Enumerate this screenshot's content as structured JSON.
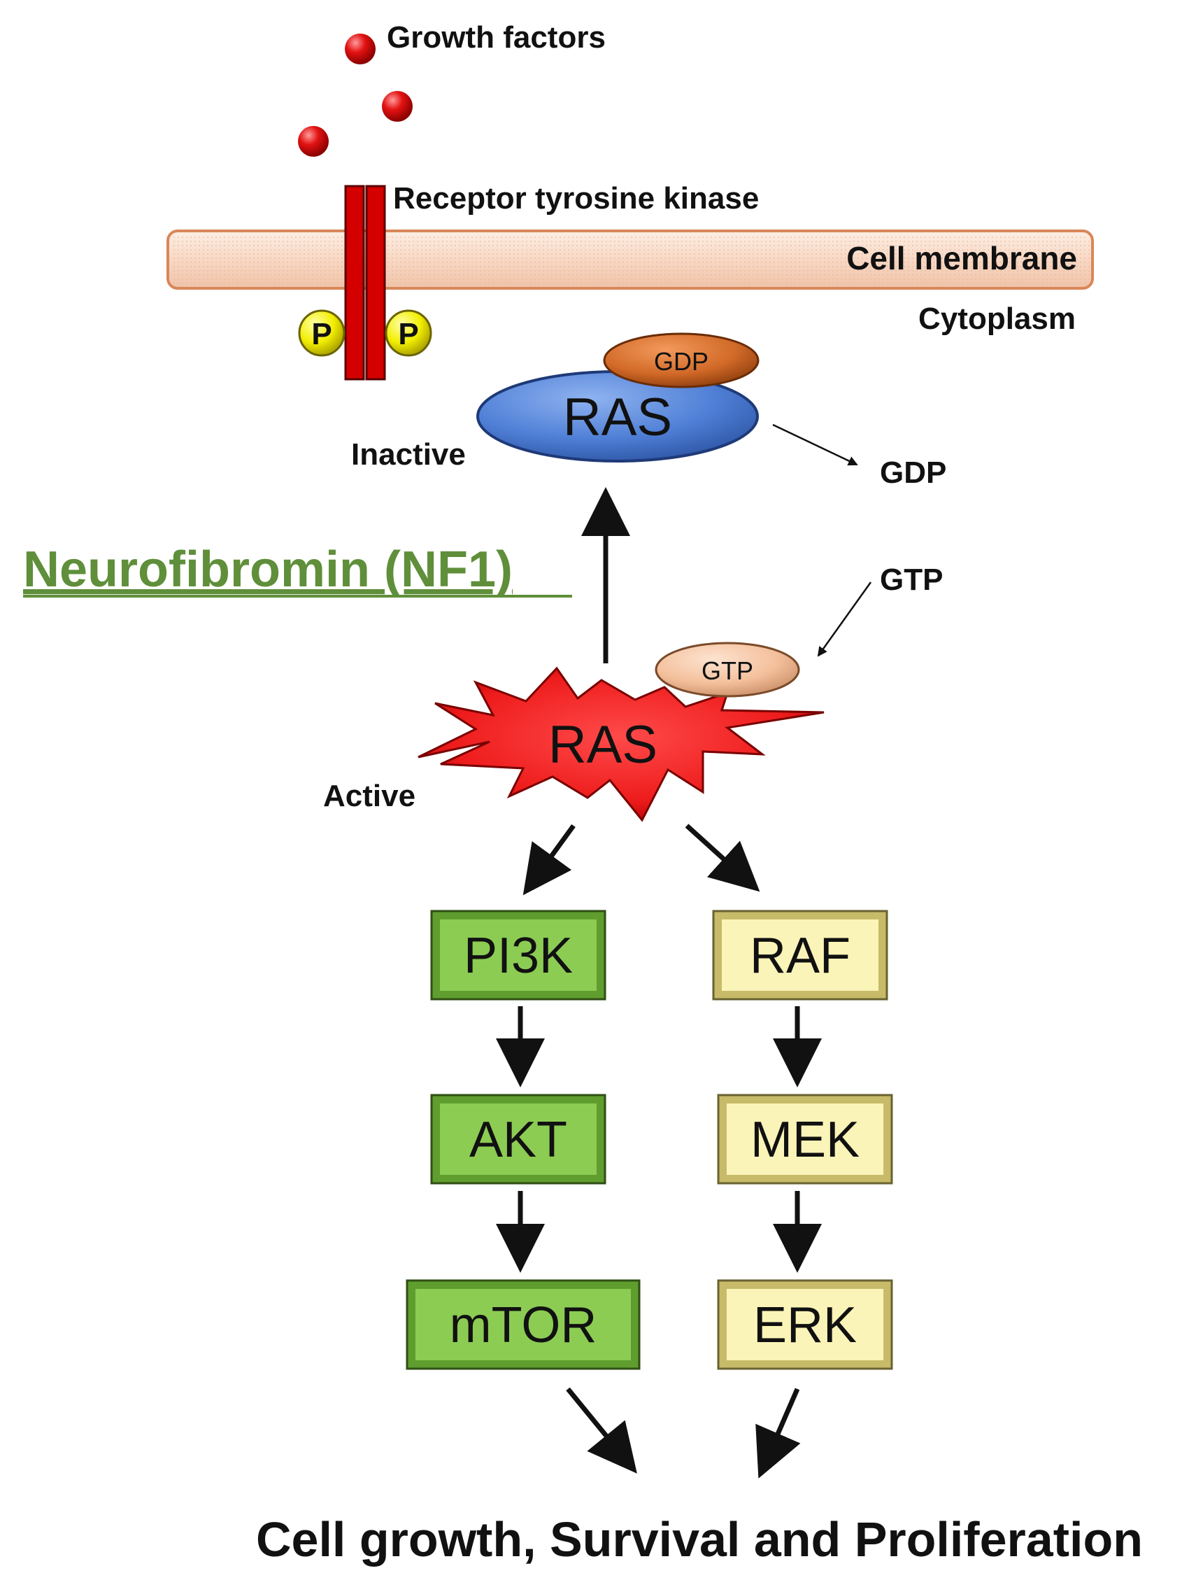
{
  "labels": {
    "growth_factors": "Growth factors",
    "receptor": "Receptor tyrosine kinase",
    "cell_membrane": "Cell membrane",
    "cytoplasm": "Cytoplasm",
    "phospho_left": "P",
    "phospho_right": "P",
    "inactive": "Inactive",
    "active": "Active",
    "gdp_released": "GDP",
    "gtp_incoming": "GTP",
    "nf1": "Neurofibromin (NF1)",
    "outcome": "Cell growth, Survival and Proliferation"
  },
  "ras_inactive": {
    "label": "RAS",
    "bound": "GDP",
    "color": "#4f7fd6",
    "bound_color": "#c8601e"
  },
  "ras_active": {
    "label": "RAS",
    "bound": "GTP",
    "color": "#ee1c1c",
    "bound_color": "#f4c09c"
  },
  "pathway_pi3k": {
    "color": "#86c44d",
    "nodes": [
      "PI3K",
      "AKT",
      "mTOR"
    ]
  },
  "pathway_raf": {
    "color": "#f7f0b0",
    "nodes": [
      "RAF",
      "MEK",
      "ERK"
    ]
  },
  "colors": {
    "growth_factor": "#d40000",
    "receptor": "#d40000",
    "membrane": "#f8d8c4",
    "phospho": "#f0f000",
    "nf1": "#5f8f3a"
  }
}
